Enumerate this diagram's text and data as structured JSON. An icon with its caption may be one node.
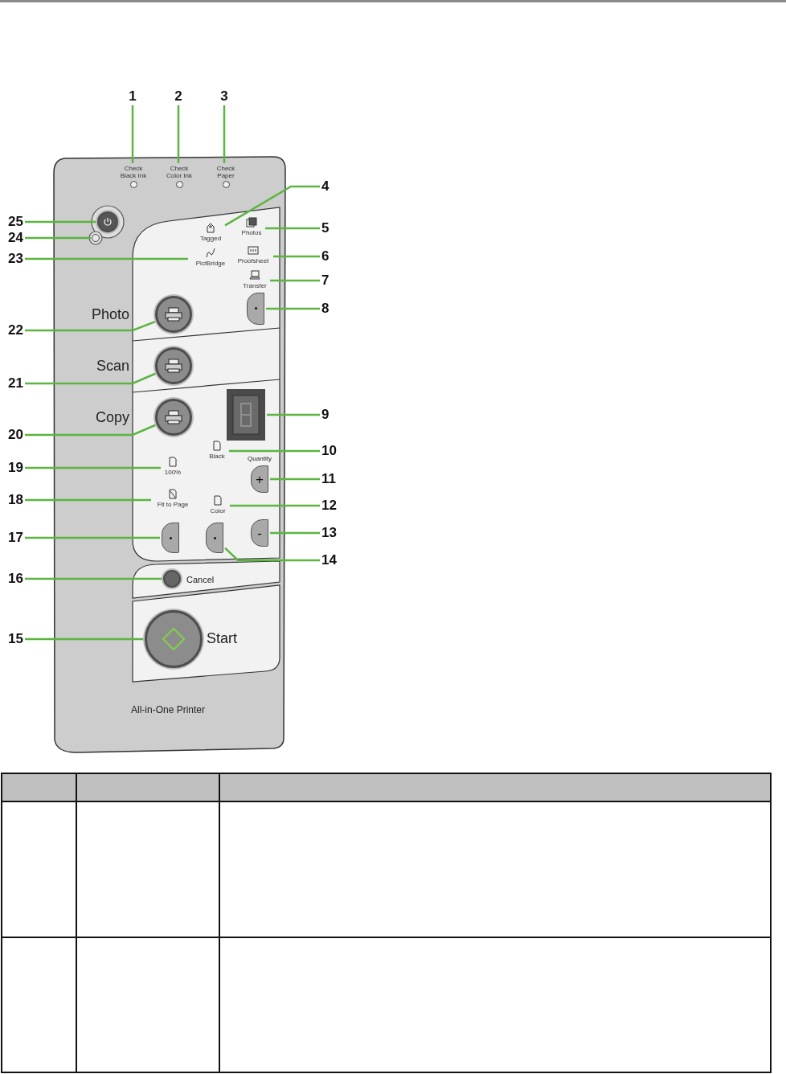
{
  "diagram": {
    "nodes": [
      {
        "text": [
          "1"
        ]
      },
      {
        "text": [
          "Check Black Ink"
        ]
      },
      {
        "text": [
          "2"
        ]
      },
      {
        "text": [
          "Check Color Ink"
        ]
      },
      {
        "text": [
          "3"
        ]
      },
      {
        "text": [
          "Check Paper"
        ]
      },
      {
        "text": [
          "4"
        ]
      },
      {
        "text": [
          "Tagged"
        ]
      },
      {
        "text": [
          "5"
        ]
      },
      {
        "text": [
          "Photos"
        ]
      },
      {
        "text": [
          "6"
        ]
      },
      {
        "text": [
          "Proofsheet"
        ]
      },
      {
        "text": [
          "7"
        ]
      },
      {
        "text": [
          "Transfer"
        ]
      },
      {
        "text": [
          "8"
        ]
      },
      {
        "text": [],
        "shape": "button"
      },
      {
        "text": [
          "9"
        ]
      },
      {
        "text": [],
        "shape": "display"
      },
      {
        "text": [
          "10"
        ]
      },
      {
        "text": [
          "Black"
        ]
      },
      {
        "text": [
          "11"
        ]
      },
      {
        "text": [
          "+"
        ]
      },
      {
        "text": [
          "12"
        ]
      },
      {
        "text": [
          "Color"
        ]
      },
      {
        "text": [
          "13"
        ]
      },
      {
        "text": [
          "-"
        ]
      },
      {
        "text": [
          "14"
        ]
      },
      {
        "text": [],
        "shape": "button"
      },
      {
        "text": [
          "15"
        ]
      },
      {
        "text": [],
        "shape": "button"
      },
      {
        "text": [
          "16"
        ]
      },
      {
        "text": [],
        "shape": "button"
      },
      {
        "text": [
          "17"
        ]
      },
      {
        "text": [],
        "shape": "button"
      },
      {
        "text": [
          "18"
        ]
      },
      {
        "text": [
          "Fit to Page"
        ]
      },
      {
        "text": [
          "19"
        ]
      },
      {
        "text": [
          "100%"
        ]
      },
      {
        "text": [
          "20"
        ]
      },
      {
        "text": [],
        "shape": "button"
      },
      {
        "text": [
          "21"
        ]
      },
      {
        "text": [],
        "shape": "button"
      },
      {
        "text": [
          "22"
        ]
      },
      {
        "text": [],
        "shape": "button"
      },
      {
        "text": [
          "23"
        ]
      },
      {
        "text": [
          "PictBridge"
        ]
      },
      {
        "text": [
          "24"
        ]
      },
      {
        "text": [],
        "shape": "circle"
      },
      {
        "text": [
          "25"
        ]
      },
      {
        "text": [],
        "shape": "button"
      }
    ],
    "edges": [
      {
        "from": 0,
        "to": 1,
        "arrow": "none"
      },
      {
        "from": 2,
        "to": 3,
        "arrow": "none"
      },
      {
        "from": 4,
        "to": 5,
        "arrow": "none"
      },
      {
        "from": 6,
        "to": 7,
        "arrow": "none"
      },
      {
        "from": 8,
        "to": 9,
        "arrow": "none"
      },
      {
        "from": 10,
        "to": 11,
        "arrow": "none"
      },
      {
        "from": 12,
        "to": 13,
        "arrow": "none"
      },
      {
        "from": 14,
        "to": 15,
        "arrow": "none"
      },
      {
        "from": 16,
        "to": 17,
        "arrow": "none"
      },
      {
        "from": 18,
        "to": 19,
        "arrow": "none"
      },
      {
        "from": 20,
        "to": 21,
        "arrow": "none"
      },
      {
        "from": 22,
        "to": 23,
        "arrow": "none"
      },
      {
        "from": 24,
        "to": 25,
        "arrow": "none"
      },
      {
        "from": 26,
        "to": 27,
        "arrow": "none"
      },
      {
        "from": 28,
        "to": 29,
        "arrow": "none"
      },
      {
        "from": 30,
        "to": 31,
        "arrow": "none"
      },
      {
        "from": 32,
        "to": 33,
        "arrow": "none"
      },
      {
        "from": 34,
        "to": 35,
        "arrow": "none"
      },
      {
        "from": 36,
        "to": 37,
        "arrow": "none"
      },
      {
        "from": 38,
        "to": 39,
        "arrow": "none"
      },
      {
        "from": 40,
        "to": 41,
        "arrow": "none"
      },
      {
        "from": 42,
        "to": 43,
        "arrow": "none"
      },
      {
        "from": 44,
        "to": 45,
        "arrow": "none"
      },
      {
        "from": 46,
        "to": 47,
        "arrow": "none"
      },
      {
        "from": 48,
        "to": 49,
        "arrow": "none"
      }
    ],
    "labels": [
      "Photo",
      "Scan",
      "Copy",
      "Quantity",
      "Cancel",
      "Start",
      "All-in-One Printer"
    ]
  }
}
